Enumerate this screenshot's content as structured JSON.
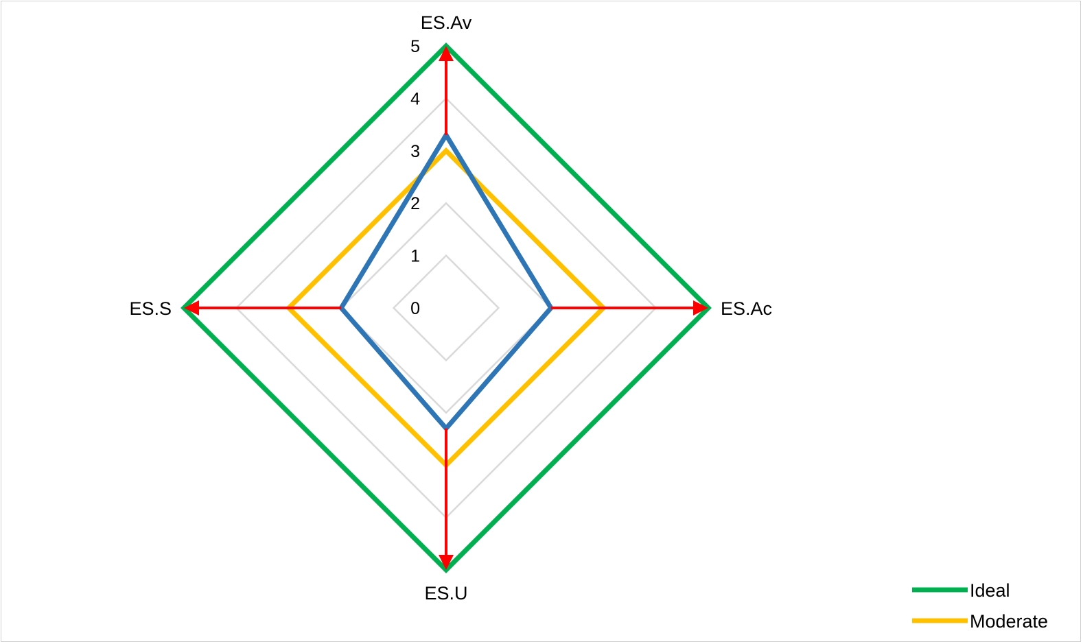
{
  "chart_data": {
    "type": "radar",
    "axes": [
      "ES.Av",
      "ES.Ac",
      "ES.U",
      "ES.S"
    ],
    "rlim": [
      0,
      5
    ],
    "ticks": [
      0,
      1,
      2,
      3,
      4,
      5
    ],
    "grid": true,
    "legend_position": "bottom-right",
    "series": [
      {
        "name": "Ideal",
        "color": "#00b050",
        "values": [
          5,
          5,
          5,
          5
        ],
        "in_legend": true
      },
      {
        "name": "Moderate",
        "color": "#ffc000",
        "values": [
          3,
          3,
          3,
          3
        ],
        "in_legend": true
      },
      {
        "color": "#2e75b6",
        "values": [
          3.3,
          2,
          2.3,
          2
        ],
        "in_legend": false
      }
    ],
    "arrows": {
      "color": "#ff0000",
      "segments": [
        {
          "axis": "ES.Av",
          "from": 3.3,
          "to": 5
        },
        {
          "axis": "ES.Ac",
          "from": 2,
          "to": 5
        },
        {
          "axis": "ES.U",
          "from": 2.3,
          "to": 5
        },
        {
          "axis": "ES.S",
          "from": 2,
          "to": 5
        }
      ]
    }
  }
}
